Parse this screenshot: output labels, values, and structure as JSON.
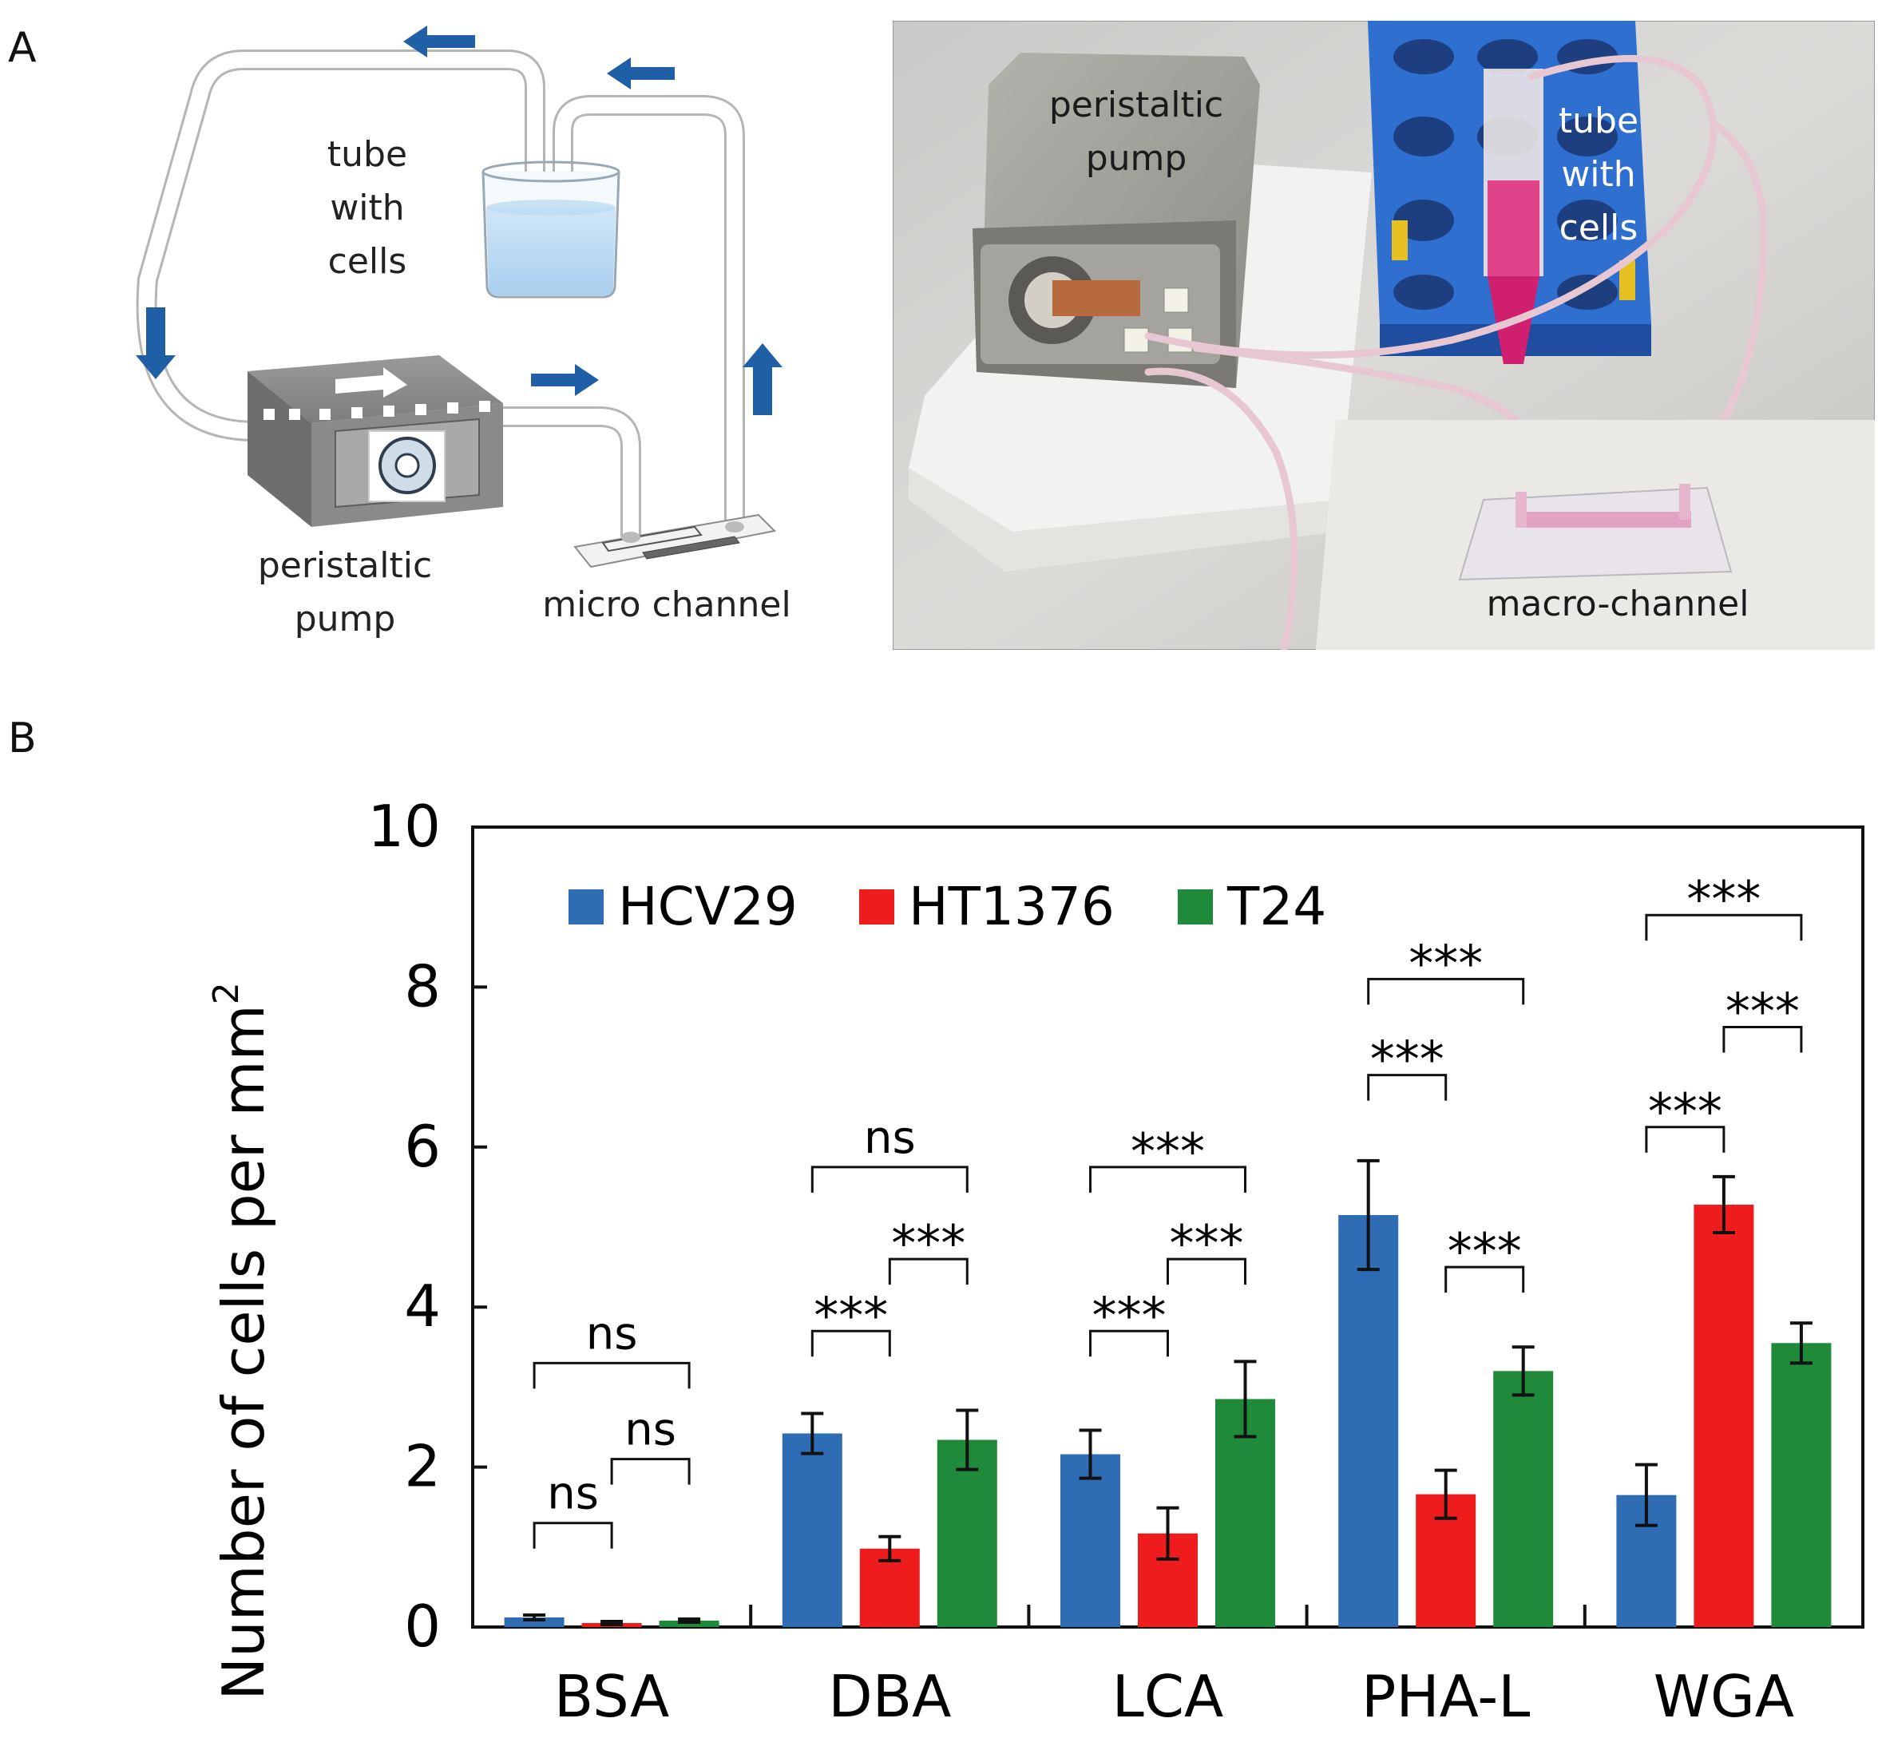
{
  "panels": {
    "a_label": "A",
    "b_label": "B"
  },
  "diagram": {
    "tube_label": [
      "tube",
      "with",
      "cells"
    ],
    "pump_label": [
      "peristaltic",
      "pump"
    ],
    "channel_label": "micro channel",
    "arrow_color": "#1f5fa6"
  },
  "photo": {
    "pump_label": [
      "peristaltic",
      "pump"
    ],
    "tube_label": [
      "tube",
      "with",
      "cells"
    ],
    "channel_label": "macro-channel"
  },
  "chart_data": {
    "type": "bar",
    "ylabel": "Number of cells per mm",
    "ylabel_sup": "2",
    "ylim": [
      0,
      10
    ],
    "yticks": [
      0,
      2,
      4,
      6,
      8,
      10
    ],
    "categories": [
      "BSA",
      "DBA",
      "LCA",
      "PHA-L",
      "WGA"
    ],
    "legend_position": "top-left",
    "series": [
      {
        "name": "HCV29",
        "color": "#2e6db4",
        "values": [
          0.12,
          2.42,
          2.16,
          5.15,
          1.65
        ],
        "errors": [
          0.03,
          0.25,
          0.3,
          0.68,
          0.38
        ]
      },
      {
        "name": "HT1376",
        "color": "#ee1c1c",
        "values": [
          0.05,
          0.98,
          1.17,
          1.66,
          5.28
        ],
        "errors": [
          0.02,
          0.15,
          0.32,
          0.3,
          0.35
        ]
      },
      {
        "name": "T24",
        "color": "#1f8a3a",
        "values": [
          0.08,
          2.34,
          2.85,
          3.2,
          3.55
        ],
        "errors": [
          0.02,
          0.37,
          0.47,
          0.3,
          0.25
        ]
      }
    ],
    "significance": [
      {
        "group": 0,
        "from": 0,
        "to": 1,
        "y": 1.3,
        "label": "ns"
      },
      {
        "group": 0,
        "from": 1,
        "to": 2,
        "y": 2.1,
        "label": "ns"
      },
      {
        "group": 0,
        "from": 0,
        "to": 2,
        "y": 3.3,
        "label": "ns"
      },
      {
        "group": 1,
        "from": 0,
        "to": 1,
        "y": 3.7,
        "label": "***"
      },
      {
        "group": 1,
        "from": 1,
        "to": 2,
        "y": 4.6,
        "label": "***"
      },
      {
        "group": 1,
        "from": 0,
        "to": 2,
        "y": 5.75,
        "label": "ns"
      },
      {
        "group": 2,
        "from": 0,
        "to": 1,
        "y": 3.7,
        "label": "***"
      },
      {
        "group": 2,
        "from": 1,
        "to": 2,
        "y": 4.6,
        "label": "***"
      },
      {
        "group": 2,
        "from": 0,
        "to": 2,
        "y": 5.75,
        "label": "***"
      },
      {
        "group": 3,
        "from": 0,
        "to": 1,
        "y": 6.9,
        "label": "***"
      },
      {
        "group": 3,
        "from": 1,
        "to": 2,
        "y": 4.5,
        "label": "***"
      },
      {
        "group": 3,
        "from": 0,
        "to": 2,
        "y": 8.1,
        "label": "***"
      },
      {
        "group": 4,
        "from": 0,
        "to": 1,
        "y": 6.25,
        "label": "***"
      },
      {
        "group": 4,
        "from": 1,
        "to": 2,
        "y": 7.5,
        "label": "***"
      },
      {
        "group": 4,
        "from": 0,
        "to": 2,
        "y": 8.9,
        "label": "***"
      }
    ]
  }
}
